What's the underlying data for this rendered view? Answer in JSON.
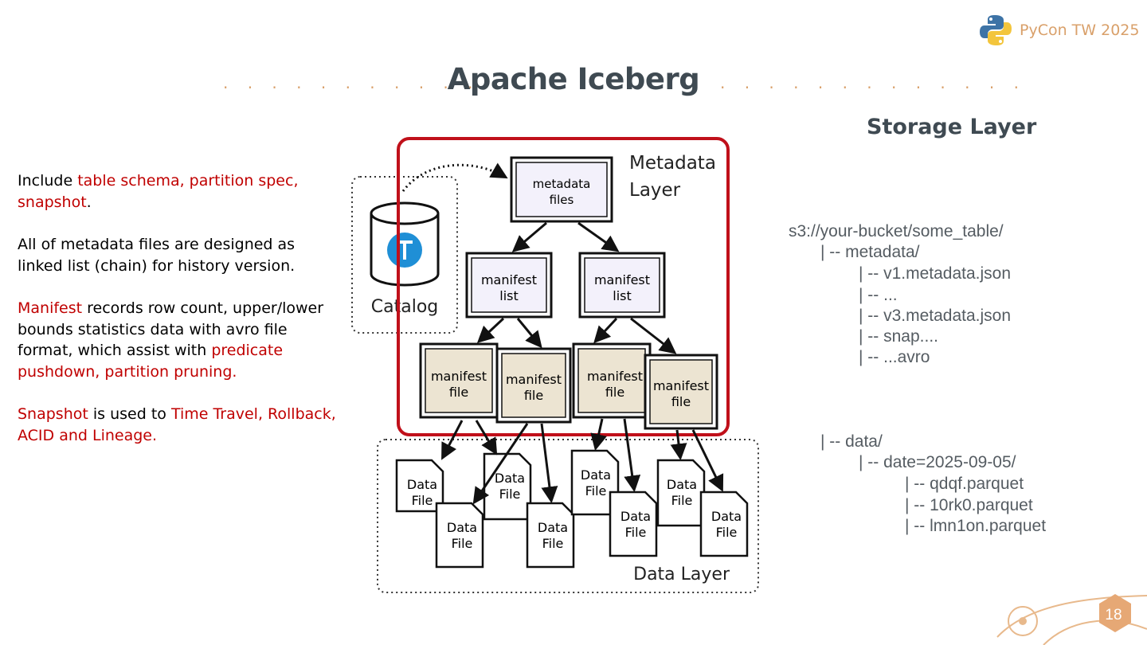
{
  "header": {
    "brand": "PyCon TW 2025",
    "title": "Apache Iceberg",
    "dots_left": ". . . . . . . . . . . . .",
    "dots_right": ". . . . . . . . . . . . ."
  },
  "notes": {
    "p1_a": "Include ",
    "p1_b": "table schema, partition spec, snapshot",
    "p1_c": ".",
    "p2": "All of metadata files are designed as linked list (chain) for history version.",
    "p3_a": "Manifest",
    "p3_b": " records row count, upper/lower bounds statistics data with avro file format, which assist with ",
    "p3_c": "predicate pushdown, partition pruning.",
    "p4_a": "Snapshot",
    "p4_b": " is used to ",
    "p4_c": "Time Travel, Rollback, ACID and Lineage."
  },
  "diagram": {
    "metadata_layer_label": "Metadata Layer",
    "metadata_layer_line1": "Metadata",
    "metadata_layer_line2": "Layer",
    "catalog_label": "Catalog",
    "metadata_files": [
      "metadata",
      "files"
    ],
    "manifest_list": [
      "manifest",
      "list"
    ],
    "manifest_file": [
      "manifest",
      "file"
    ],
    "data_file": [
      "Data",
      "File"
    ],
    "data_layer_label": "Data Layer"
  },
  "storage": {
    "title": "Storage Layer",
    "lines": [
      "s3://your-bucket/some_table/",
      "| -- metadata/",
      "| -- v1.metadata.json",
      "| -- ...",
      "| -- v3.metadata.json",
      "| -- snap....",
      "| -- ...avro",
      "| -- data/",
      "| -- date=2025-09-05/",
      "| -- qdqf.parquet",
      "| -- 10rk0.parquet",
      "| -- lmn1on.parquet"
    ]
  },
  "footer": {
    "page_number": "18"
  },
  "colors": {
    "accent": "#d9a06a",
    "highlight": "#c00000",
    "title": "#3f4a52",
    "frame": "#c0101a"
  }
}
